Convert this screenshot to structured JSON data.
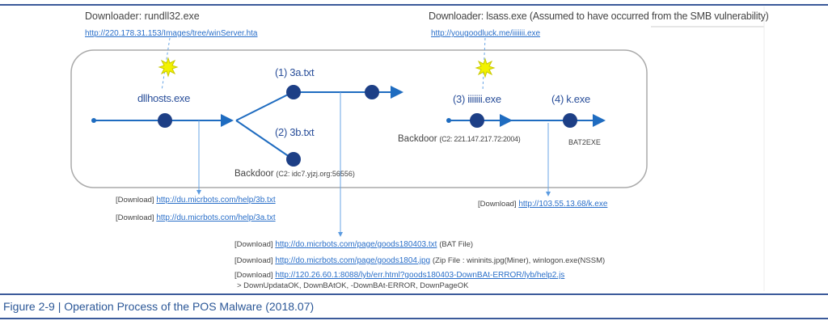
{
  "header_left": {
    "title": "Downloader: rundll32.exe",
    "url": "http://220.178.31.153/Images/tree/winServer.hta"
  },
  "header_right": {
    "title": "Downloader: lsass.exe (Assumed to have occurred from the SMB vulnerability)",
    "url": "http://yougoodluck.me/iiiiiii.exe"
  },
  "nodes": {
    "dllhosts": "dllhosts.exe",
    "n1": "(1) 3a.txt",
    "n2": "(2) 3b.txt",
    "n3": "(3) iiiiiii.exe",
    "n4": "(4) k.exe",
    "bat2exe": "BAT2EXE"
  },
  "backdoor1": {
    "label": "Backdoor",
    "c2": "(C2: idc7.yjzj.org:56556)"
  },
  "backdoor2": {
    "label": "Backdoor",
    "c2": "(C2: 221.147.217.72:2004)"
  },
  "downloads_left": [
    {
      "prefix": "[Download]",
      "url": "http://du.micrbots.com/help/3b.txt"
    },
    {
      "prefix": "[Download]",
      "url": "http://du.micrbots.com/help/3a.txt"
    }
  ],
  "download_right": {
    "prefix": "[Download]",
    "url": "http://103.55.13.68/k.exe"
  },
  "downloads_bottom": [
    {
      "prefix": "[Download]",
      "url": "http://do.micrbots.com/page/goods180403.txt",
      "note": "(BAT File)"
    },
    {
      "prefix": "[Download]",
      "url": "http://do.micrbots.com/page/goods1804.jpg",
      "note": "(Zip File  : wininits.jpg(Miner), winlogon.exe(NSSM)"
    },
    {
      "prefix": "[Download]",
      "url": "http://120.26.60.1:8088/lyb/err.html?goods180403-DownBAt-ERROR/lyb/help2.js",
      "note": ""
    }
  ],
  "result_line": "> DownUpdataOK, DownBAtOK, -DownBAt-ERROR, DownPageOK",
  "caption": "Figure 2-9 | Operation Process of the POS Malware (2018.07)",
  "colors": {
    "flow": "#1f6cc0",
    "node": "#1d3f86",
    "caption": "#2b5797",
    "link": "#2a6fc9",
    "burst": "#f2f200"
  }
}
